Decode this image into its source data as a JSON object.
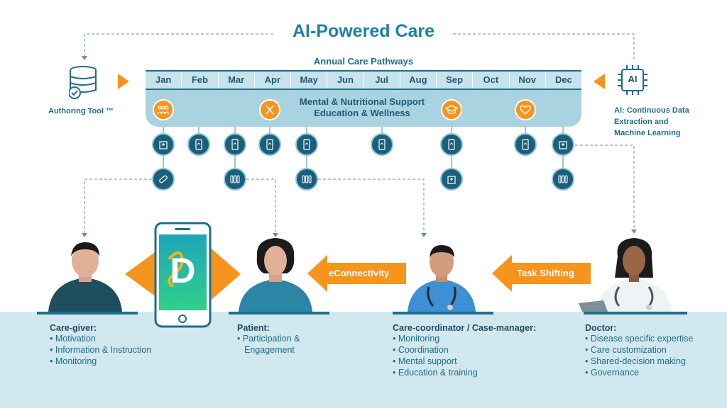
{
  "title": "AI-Powered Care",
  "subtitle": "Annual Care Pathways",
  "months": [
    "Jan",
    "Feb",
    "Mar",
    "Apr",
    "May",
    "Jun",
    "Jul",
    "Aug",
    "Sep",
    "Oct",
    "Nov",
    "Dec"
  ],
  "track": {
    "line1": "Mental & Nutritional Support",
    "line2": "Education & Wellness"
  },
  "authoring_tool": {
    "label": "Authoring Tool ™"
  },
  "ai": {
    "badge": "AI",
    "line1": "AI: Continuous Data",
    "line2": "Extraction and",
    "line3": "Machine Learning"
  },
  "arrows": {
    "econnectivity": "eConnectivity",
    "task_shifting": "Task Shifting"
  },
  "app_logo": "D",
  "roles": {
    "caregiver": {
      "title": "Care-giver:",
      "items": [
        "Motivation",
        "Information & Instruction",
        "Monitoring"
      ]
    },
    "patient": {
      "title": "Patient:",
      "items": [
        "Participation &",
        "Engagement"
      ]
    },
    "coordinator": {
      "title": "Care-coordinator / Case-manager:",
      "items": [
        "Monitoring",
        "Coordination",
        "Mental support",
        "Education & training"
      ]
    },
    "doctor": {
      "title": "Doctor:",
      "items": [
        "Disease specific expertise",
        "Care customization",
        "Shared-decision making",
        "Governance"
      ]
    }
  },
  "colors": {
    "accent": "#f7941d",
    "primary": "#1e6d8c",
    "dark_circle": "#1b5f7c",
    "band": "#d1e8ef",
    "app_gradient_top": "#1fa6b8",
    "app_gradient_bottom": "#2fd08a"
  }
}
